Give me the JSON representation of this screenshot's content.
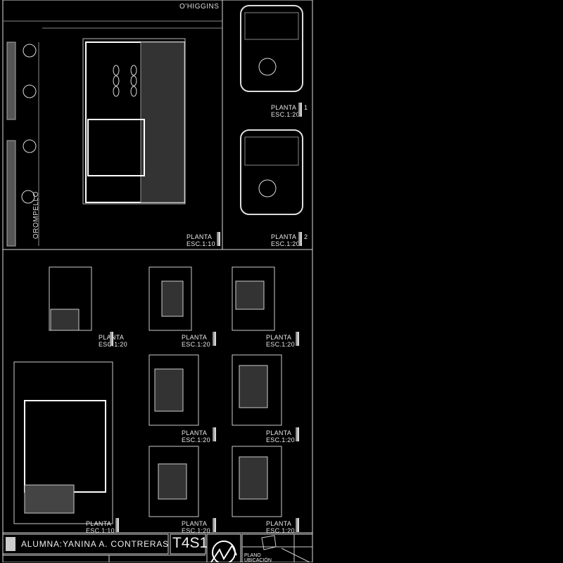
{
  "streets": {
    "top": "O'HIGGINS",
    "left": "OROMPELLO"
  },
  "plans": [
    {
      "title": "PLANTA",
      "scale": "ESC.1:10",
      "suffix": ""
    },
    {
      "title": "PLANTA",
      "scale": "ESC.1:20",
      "suffix": "1"
    },
    {
      "title": "PLANTA",
      "scale": "ESC.1:20",
      "suffix": "2"
    },
    {
      "title": "PLANTA",
      "scale": "ESC.1:20",
      "suffix": ""
    },
    {
      "title": "PLANTA",
      "scale": "ESC.1:20",
      "suffix": ""
    },
    {
      "title": "PLANTA",
      "scale": "ESC.1:20",
      "suffix": ""
    },
    {
      "title": "PLANTA",
      "scale": "ESC.1:20",
      "suffix": ""
    },
    {
      "title": "PLANTA",
      "scale": "ESC.1:20",
      "suffix": ""
    },
    {
      "title": "PLANTA",
      "scale": "ESC.1:10",
      "suffix": ""
    },
    {
      "title": "PLANTA",
      "scale": "ESC.1:20",
      "suffix": ""
    },
    {
      "title": "PLANTA",
      "scale": "ESC.1:20",
      "suffix": ""
    }
  ],
  "title_block": {
    "student": "ALUMNA:YANINA A. CONTRERAS MENDOZA",
    "code": "T4S1",
    "location_label": "PLANO UBICACIÓN",
    "north_icon": "north-arrow-icon"
  }
}
